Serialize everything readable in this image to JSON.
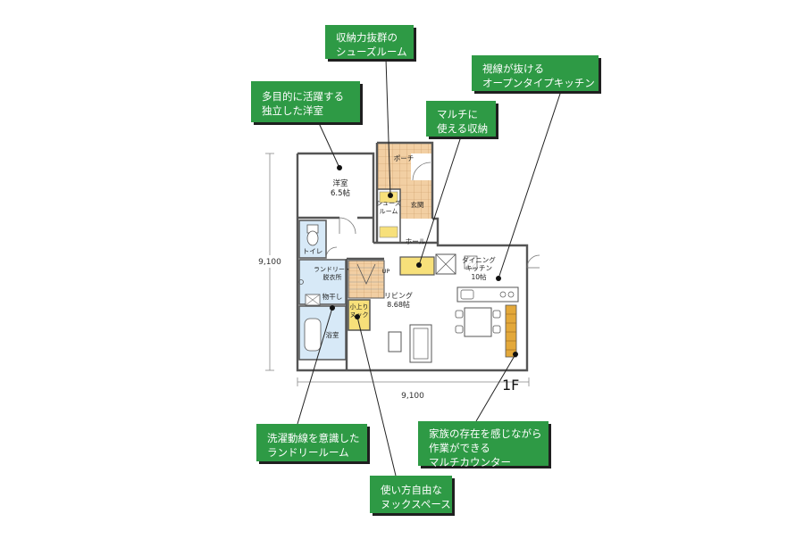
{
  "floor_label": "1F",
  "dimensions": {
    "vertical": "9,100",
    "horizontal": "9,100"
  },
  "rooms": {
    "western_room": {
      "name": "洋室",
      "size": "6.5帖"
    },
    "porch": "ポーチ",
    "shoes_room": [
      "シューズ",
      "ルーム"
    ],
    "entrance": "玄関",
    "hall": "ホール",
    "toilet": "トイレ",
    "laundry": [
      "ランドリー・",
      "脱衣所"
    ],
    "drying": "物干し",
    "bath": "浴室",
    "nook": [
      "小上り",
      "ヌック"
    ],
    "living": {
      "name": "リビング",
      "size": "8.68帖"
    },
    "dining": {
      "name": [
        "ダイニング",
        "キッチン"
      ],
      "size": "10帖"
    },
    "stairs_up": "UP"
  },
  "callouts": {
    "shoes_room": [
      "収納力抜群の",
      "シューズルーム"
    ],
    "western_room": [
      "多目的に活躍する",
      "独立した洋室"
    ],
    "multi_storage": [
      "マルチに",
      "使える収納"
    ],
    "open_kitchen": [
      "視線が抜ける",
      "オープンタイプキッチン"
    ],
    "laundry_room": [
      "洗濯動線を意識した",
      "ランドリールーム"
    ],
    "multi_counter": [
      "家族の存在を感じながら",
      "作業ができる",
      "マルチカウンター"
    ],
    "nook_space": [
      "使い方自由な",
      "ヌックスペース"
    ]
  },
  "colors": {
    "callout_bg": "#2e9a45",
    "callout_text": "#ffffff",
    "wall": "#555555",
    "tile": "#f2cfa3",
    "storage": "#f7e07a",
    "wet_area": "#d7e9f7",
    "counter": "#e3a83a"
  }
}
